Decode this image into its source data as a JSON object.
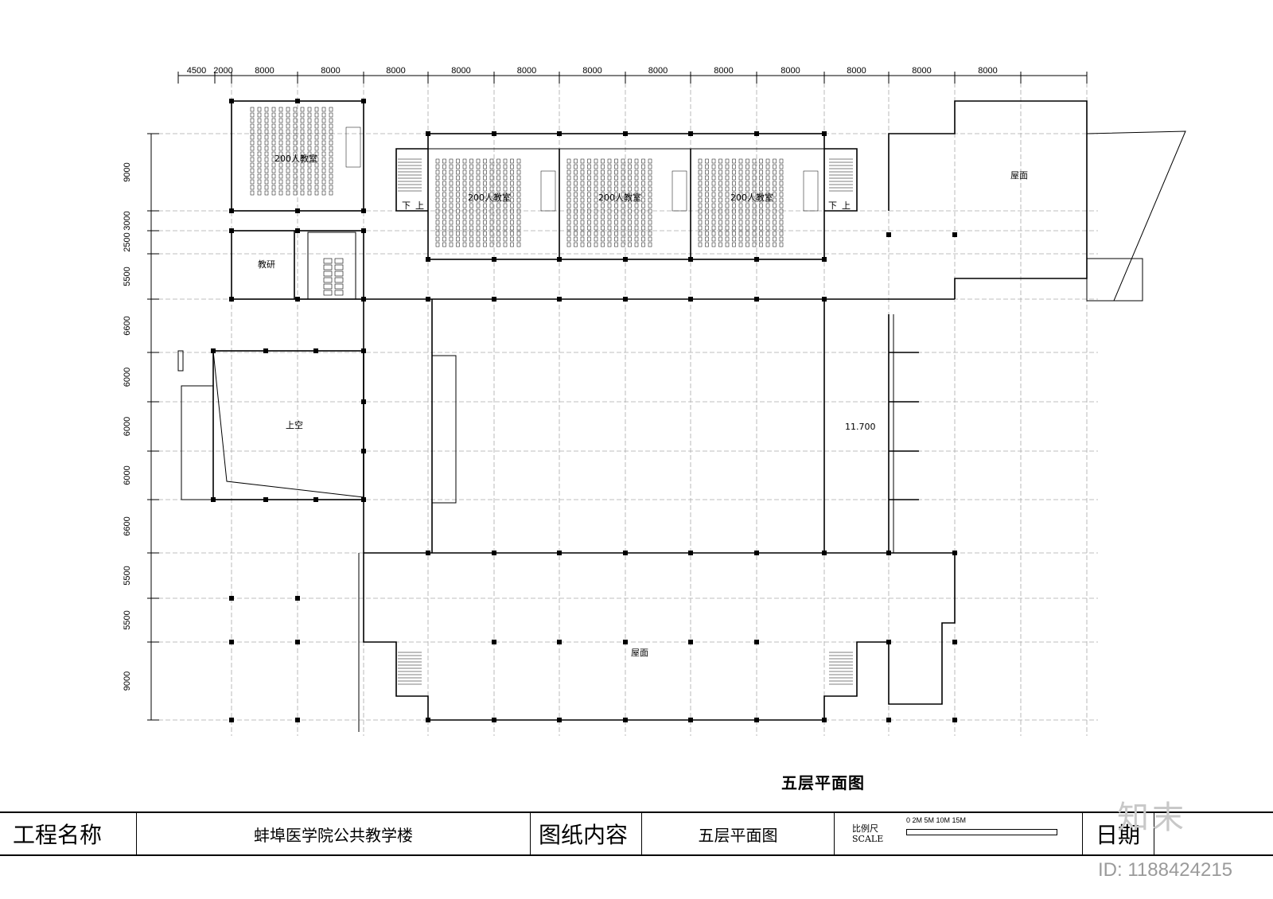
{
  "drawing": {
    "title": "五层平面图",
    "top_dimensions": [
      "4500",
      "2000",
      "8000",
      "8000",
      "8000",
      "8000",
      "8000",
      "8000",
      "8000",
      "8000",
      "8000",
      "8000",
      "8000",
      "8000"
    ],
    "left_dimensions": [
      "9000",
      "3000",
      "2500",
      "5500",
      "6600",
      "6000",
      "6000",
      "6000",
      "6600",
      "5500",
      "5500",
      "9000"
    ],
    "rooms": {
      "lecture_room": "200人教室",
      "lecture_room_2": "200人教室",
      "lecture_room_3": "200人教室",
      "lecture_room_4": "200人教室",
      "teaching_office": "教研",
      "void": "上空",
      "roof_north_east": "屋面",
      "roof_south": "屋面",
      "elevation": "11.700",
      "stair_down": "下",
      "stair_up": "上"
    }
  },
  "title_block": {
    "project_label": "工程名称",
    "project_name": "蚌埠医学院公共教学楼",
    "content_label": "图纸内容",
    "content_name": "五层平面图",
    "scale_cn": "比例尺",
    "scale_en": "SCALE",
    "scale_ticks": "0  2M   5M        10M        15M",
    "date_label": "日期"
  },
  "watermark": {
    "brand": "知末",
    "id": "ID: 1188424215"
  }
}
